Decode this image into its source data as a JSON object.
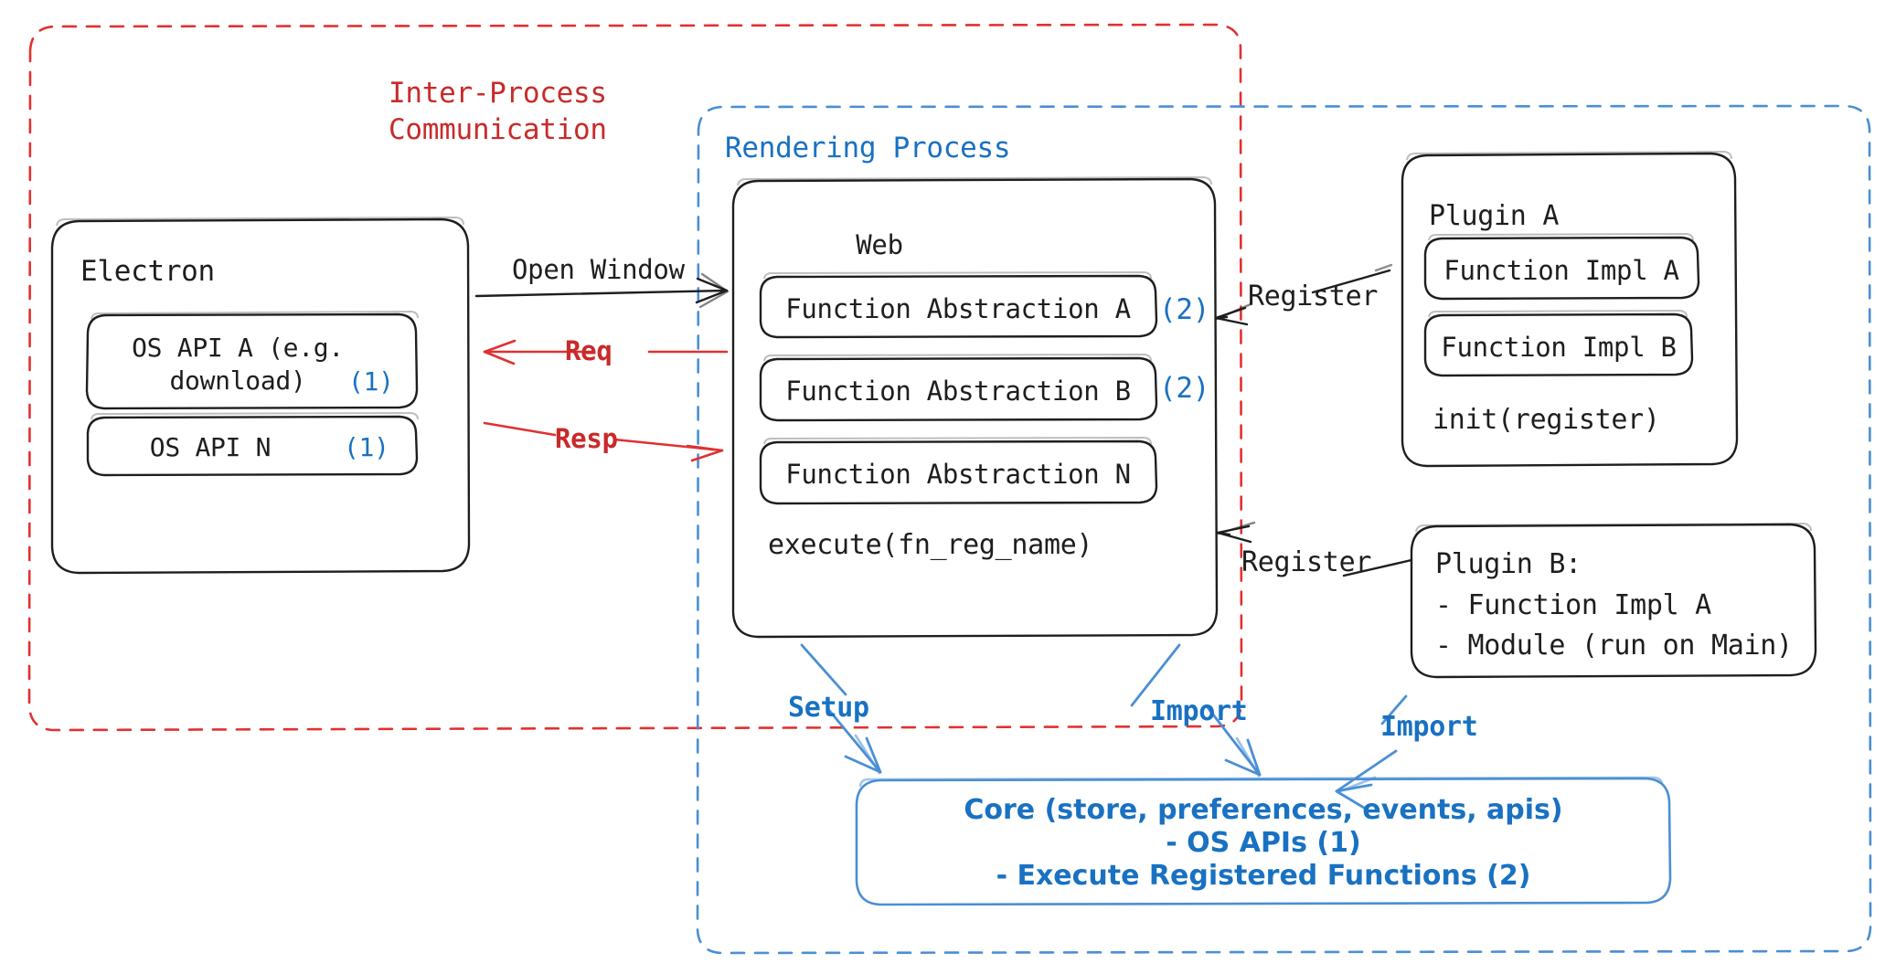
{
  "diagram": {
    "title_hidden": "",
    "colors": {
      "ink": "#1e1e1e",
      "red": "#c92a2a",
      "red_stroke": "#e03131",
      "blue": "#1971c2",
      "blue_stroke": "#4a8fd4",
      "background": "#ffffff"
    },
    "containers": [
      {
        "id": "ipc",
        "label": "Inter-Process\nCommunication",
        "label_line1": "Inter-Process",
        "label_line2": "Communication",
        "style": "dashed",
        "color": "#c92a2a"
      },
      {
        "id": "rendering",
        "label": "Rendering Process",
        "style": "dashed",
        "color": "#1971c2"
      }
    ],
    "nodes": {
      "electron": {
        "title": "Electron",
        "items": [
          {
            "label": "OS API A (e.g.\ndownload)",
            "line1": "OS API A (e.g.",
            "line2": "download)",
            "tag": "(1)"
          },
          {
            "label": "OS API N",
            "line1": "OS API N",
            "line2": "",
            "tag": "(1)"
          }
        ]
      },
      "web": {
        "title": "Web",
        "items": [
          {
            "label": "Function Abstraction A",
            "tag": "(2)"
          },
          {
            "label": "Function Abstraction B",
            "tag": "(2)"
          },
          {
            "label": "Function Abstraction N",
            "tag": ""
          }
        ],
        "footer": "execute(fn_reg_name)"
      },
      "plugin_a": {
        "title": "Plugin A",
        "items": [
          {
            "label": "Function Impl A"
          },
          {
            "label": "Function Impl B"
          }
        ],
        "footer": "init(register)"
      },
      "plugin_b": {
        "title": "Plugin B:",
        "lines": [
          "- Function Impl A",
          "- Module (run on Main)"
        ]
      },
      "core": {
        "lines": [
          "Core (store, preferences, events, apis)",
          "- OS APIs (1)",
          "- Execute Registered Functions (2)"
        ]
      }
    },
    "edges": [
      {
        "id": "open-window",
        "label": "Open Window",
        "color": "#1e1e1e"
      },
      {
        "id": "req",
        "label": "Req",
        "color": "#e03131"
      },
      {
        "id": "resp",
        "label": "Resp",
        "color": "#e03131"
      },
      {
        "id": "register-a",
        "label": "Register",
        "color": "#1e1e1e"
      },
      {
        "id": "register-b",
        "label": "Register",
        "color": "#1e1e1e"
      },
      {
        "id": "setup",
        "label": "Setup",
        "color": "#1971c2"
      },
      {
        "id": "import-web",
        "label": "Import",
        "color": "#1971c2"
      },
      {
        "id": "import-plugin",
        "label": "Import",
        "color": "#1971c2"
      }
    ]
  }
}
